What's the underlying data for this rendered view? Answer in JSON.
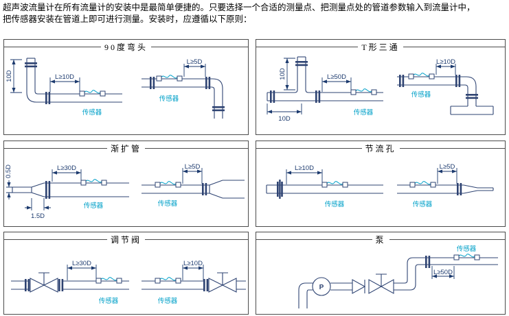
{
  "intro": {
    "line1": "超声波流量计在所有流量计的安装中是最简单便捷的。只要选择一个合适的测量点、把测量点处的管道参数输入到流量计中，",
    "line2": "把传感器安装在管道上即可进行测量。安装时，应遵循以下原则："
  },
  "sensor_label": "传感器",
  "pump_label": "P",
  "panels": [
    {
      "title": "90度弯头",
      "riser_dim": "10D",
      "upstream_dim": "L≥10D",
      "downstream_dim": "L≥5D"
    },
    {
      "title": "T形三通",
      "branch_dim": "10D",
      "run_dim": "10D",
      "upstream_dim": "L≥50D",
      "downstream_dim": "L≥10D"
    },
    {
      "title": "渐扩管",
      "inlet_dim": "0.5D",
      "cone_dim": "1.5D",
      "upstream_dim": "L≥30D",
      "downstream_dim": "L≥5D"
    },
    {
      "title": "节流孔",
      "upstream_dim": "L≥10D",
      "downstream_dim": "L≥5D"
    },
    {
      "title": "调节阀",
      "upstream_dim": "L≥30D",
      "downstream_dim": "L≥10D"
    },
    {
      "title": "泵",
      "upstream_dim": "L≥50D"
    }
  ],
  "colors": {
    "diagram_line": "#2e4372",
    "sensor_accent": "#00a0c8",
    "dimension_text": "#1c3a6e",
    "panel_border": "#4a4a4a"
  }
}
